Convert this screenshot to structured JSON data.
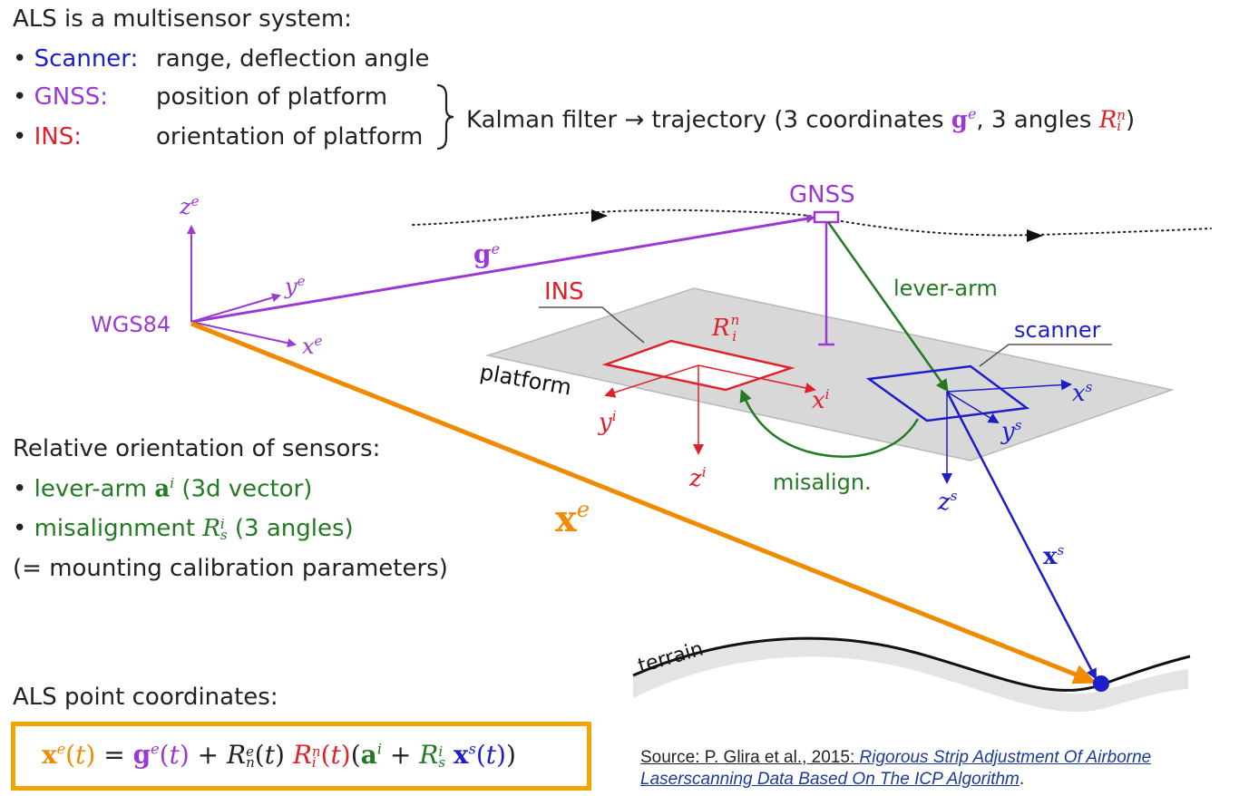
{
  "header": {
    "title": "ALS is a multisensor system:",
    "items": [
      {
        "name": "Scanner:",
        "desc": "range, deflection angle",
        "color": "#1d1dc9"
      },
      {
        "name": "GNSS:",
        "desc": "position of platform",
        "color": "#9b39d4"
      },
      {
        "name": "INS:",
        "desc": "orientation of platform",
        "color": "#e0202a"
      }
    ],
    "kalman": {
      "prefix": "Kalman filter → trajectory (3 coordinates ",
      "g_symbol": "g",
      "g_sup": "e",
      "mid": ", 3 angles ",
      "r_symbol": "R",
      "r_sup": "n",
      "r_sub": "i",
      "suffix": ")"
    }
  },
  "diagram": {
    "frame_label": "WGS84",
    "axes_frame": {
      "z": "z",
      "y": "y",
      "x": "x",
      "sup": "e"
    },
    "g_vector": {
      "symbol": "g",
      "sup": "e"
    },
    "gnss_label": "GNSS",
    "lever_arm_label": "lever-arm",
    "ins_label": "INS",
    "rin": {
      "symbol": "R",
      "sup": "n",
      "sub": "i"
    },
    "scanner_label": "scanner",
    "platform_label": "platform",
    "ins_axes": {
      "x": "x",
      "y": "y",
      "z": "z",
      "sup": "i"
    },
    "scanner_axes": {
      "x": "x",
      "y": "y",
      "z": "z",
      "sup": "s"
    },
    "misalign_label": "misalign.",
    "xe_vector": {
      "symbol": "x",
      "sup": "e"
    },
    "xs_vector": {
      "symbol": "x",
      "sup": "s"
    },
    "terrain_label": "terrain"
  },
  "relative": {
    "title": "Relative orientation of sensors:",
    "lever_arm": {
      "prefix": "lever-arm ",
      "symbol": "a",
      "sup": "i",
      "suffix": " (3d vector)"
    },
    "misalignment": {
      "prefix": "misalignment ",
      "symbol": "R",
      "sup": "i",
      "sub": "s",
      "suffix": " (3 angles)"
    },
    "note": "(= mounting calibration parameters)"
  },
  "point_coords": {
    "title": "ALS point coordinates:"
  },
  "source": {
    "prefix": "Source: P. Glira et al., 2015: ",
    "link": "Rigorous Strip Adjustment Of Airborne Laserscanning Data Based On The ICP Algorithm",
    "suffix": "."
  },
  "colors": {
    "scanner": "#1d1dc9",
    "gnss": "#9b39d4",
    "ins": "#e0202a",
    "calibration": "#227a22",
    "xe": "#f08a00"
  }
}
